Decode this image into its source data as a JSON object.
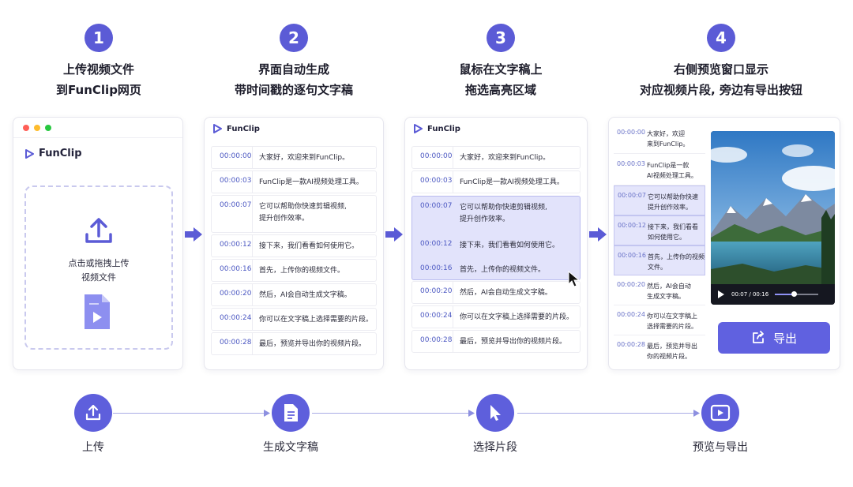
{
  "colors": {
    "accent": "#5b5bd6",
    "highlight": "#e2e3fb",
    "ts": "#4c58c2"
  },
  "steps": [
    {
      "num": "1",
      "line1": "上传视频文件",
      "line2": "到FunClip网页"
    },
    {
      "num": "2",
      "line1": "界面自动生成",
      "line2": "带时间戳的逐句文字稿"
    },
    {
      "num": "3",
      "line1": "鼠标在文字稿上",
      "line2": "拖选高亮区域"
    },
    {
      "num": "4",
      "line1": "右侧预览窗口显示",
      "line2": "对应视频片段, 旁边有导出按钮"
    }
  ],
  "brand": "FunClip",
  "upload": {
    "line1": "点击或拖拽上传",
    "line2": "视频文件"
  },
  "transcript": [
    {
      "ts": "00:00:00",
      "text": [
        "大家好，欢迎来到FunClip。"
      ]
    },
    {
      "ts": "00:00:03",
      "text": [
        "FunClip是一款AI视频处理工具。"
      ]
    },
    {
      "ts": "00:00:07",
      "text": [
        "它可以帮助你快速剪辑视频,",
        "提升创作效率。"
      ]
    },
    {
      "ts": "00:00:12",
      "text": [
        "接下来，我们看看如何使用它。"
      ]
    },
    {
      "ts": "00:00:16",
      "text": [
        "首先，上传你的视频文件。"
      ]
    },
    {
      "ts": "00:00:20",
      "text": [
        "然后，AI会自动生成文字稿。"
      ]
    },
    {
      "ts": "00:00:24",
      "text": [
        "你可以在文字稿上选择需要的片段。"
      ]
    },
    {
      "ts": "00:00:28",
      "text": [
        "最后，预览并导出你的视频片段。"
      ]
    }
  ],
  "mini_transcript": [
    {
      "ts": "00:00:00",
      "text": [
        "大家好，欢迎",
        "来到FunClip。"
      ]
    },
    {
      "ts": "00:00:03",
      "text": [
        "FunClip是一款",
        "AI视频处理工具。"
      ]
    },
    {
      "ts": "00:00:07",
      "text": [
        "它可以帮助你快速",
        "提升创作效率。"
      ]
    },
    {
      "ts": "00:00:12",
      "text": [
        "接下来，我们看看",
        "如何使用它。"
      ]
    },
    {
      "ts": "00:00:16",
      "text": [
        "首先，上传你的视频",
        "文件。"
      ]
    },
    {
      "ts": "00:00:20",
      "text": [
        "然后，AI会自动",
        "生成文字稿。"
      ]
    },
    {
      "ts": "00:00:24",
      "text": [
        "你可以在文字稿上",
        "选择需要的片段。"
      ]
    },
    {
      "ts": "00:00:28",
      "text": [
        "最后，预览并导出",
        "你的视频片段。"
      ]
    }
  ],
  "player": {
    "time": "00:07 / 00:16",
    "progress": 0.44
  },
  "export_label": "导出",
  "flow": [
    {
      "label": "上传",
      "icon": "upload-icon"
    },
    {
      "label": "生成文字稿",
      "icon": "document-icon"
    },
    {
      "label": "选择片段",
      "icon": "pointer-icon"
    },
    {
      "label": "预览与导出",
      "icon": "play-icon"
    }
  ]
}
